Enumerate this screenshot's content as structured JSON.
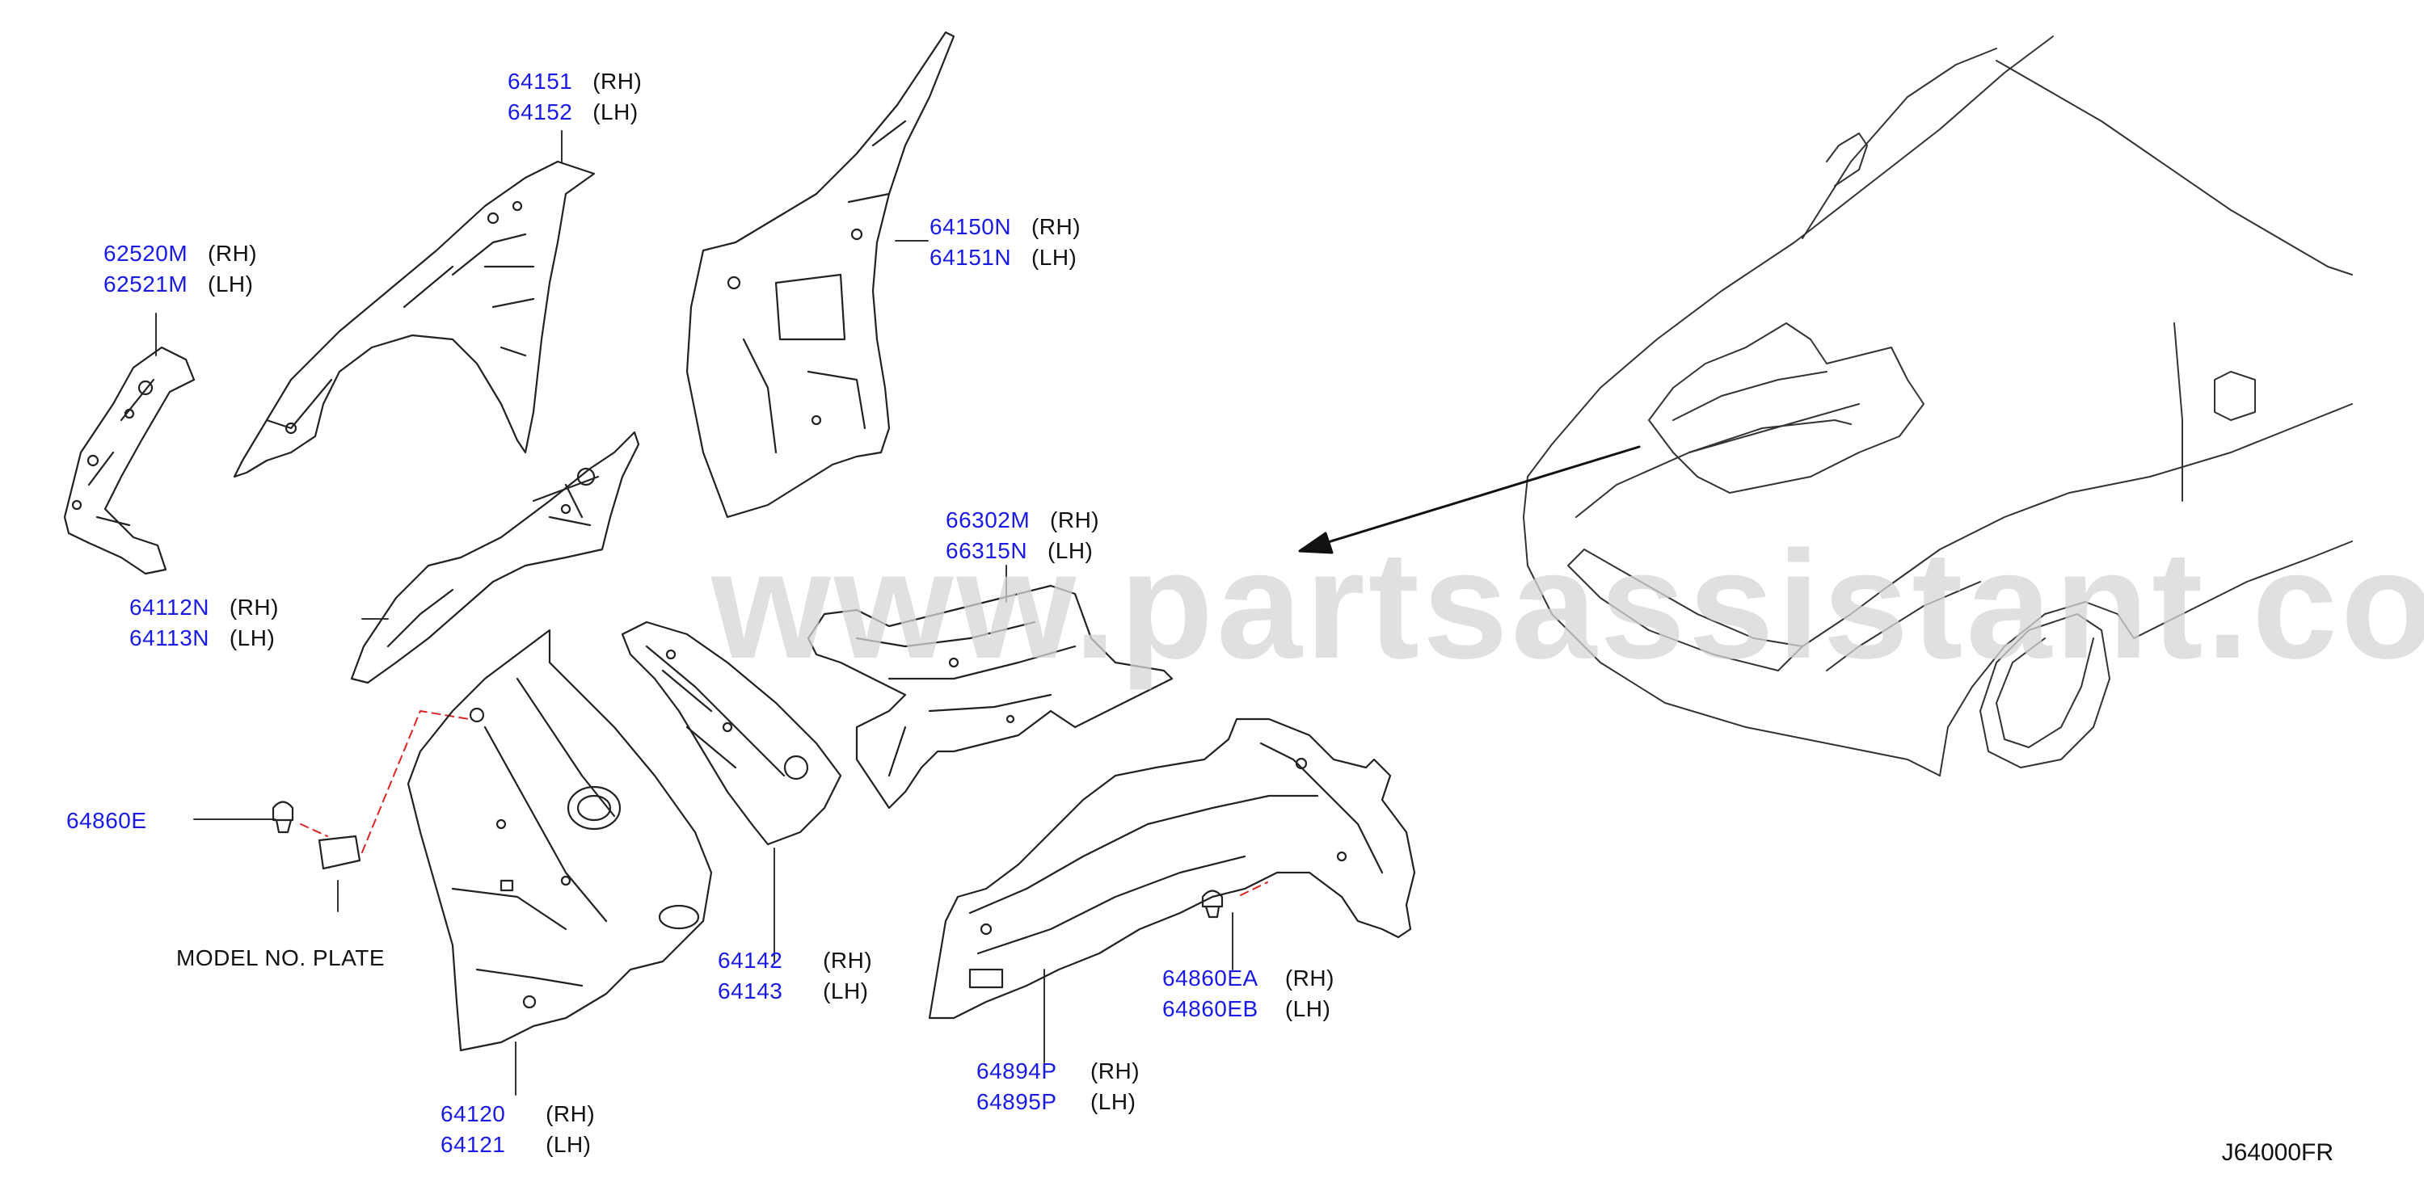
{
  "diagram_code": "J64000FR",
  "watermark": "www.partsassistant.com",
  "model_plate_label": "MODEL   NO.   PLATE",
  "callouts": [
    {
      "id": "c1",
      "lines": [
        {
          "pn": "64151",
          "side": "(RH)"
        },
        {
          "pn": "64152",
          "side": "(LH)"
        }
      ]
    },
    {
      "id": "c2",
      "lines": [
        {
          "pn": "62520M",
          "side": "(RH)"
        },
        {
          "pn": "62521M",
          "side": "(LH)"
        }
      ]
    },
    {
      "id": "c3",
      "lines": [
        {
          "pn": "64150N",
          "side": "(RH)"
        },
        {
          "pn": "64151N",
          "side": "(LH)"
        }
      ]
    },
    {
      "id": "c4",
      "lines": [
        {
          "pn": "64112N",
          "side": "(RH)"
        },
        {
          "pn": "64113N",
          "side": "(LH)"
        }
      ]
    },
    {
      "id": "c5",
      "lines": [
        {
          "pn": "66302M",
          "side": "(RH)"
        },
        {
          "pn": "66315N",
          "side": "(LH)"
        }
      ]
    },
    {
      "id": "c6",
      "lines": [
        {
          "pn": "64860E",
          "side": ""
        }
      ]
    },
    {
      "id": "c7",
      "lines": [
        {
          "pn": "64142",
          "side": "(RH)"
        },
        {
          "pn": "64143",
          "side": "(LH)"
        }
      ]
    },
    {
      "id": "c8",
      "lines": [
        {
          "pn": "64860EA",
          "side": "(RH)"
        },
        {
          "pn": "64860EB",
          "side": "(LH)"
        }
      ]
    },
    {
      "id": "c9",
      "lines": [
        {
          "pn": "64894P",
          "side": "(RH)"
        },
        {
          "pn": "64895P",
          "side": "(LH)"
        }
      ]
    },
    {
      "id": "c10",
      "lines": [
        {
          "pn": "64120",
          "side": "(RH)"
        },
        {
          "pn": "64121",
          "side": "(LH)"
        }
      ]
    }
  ]
}
